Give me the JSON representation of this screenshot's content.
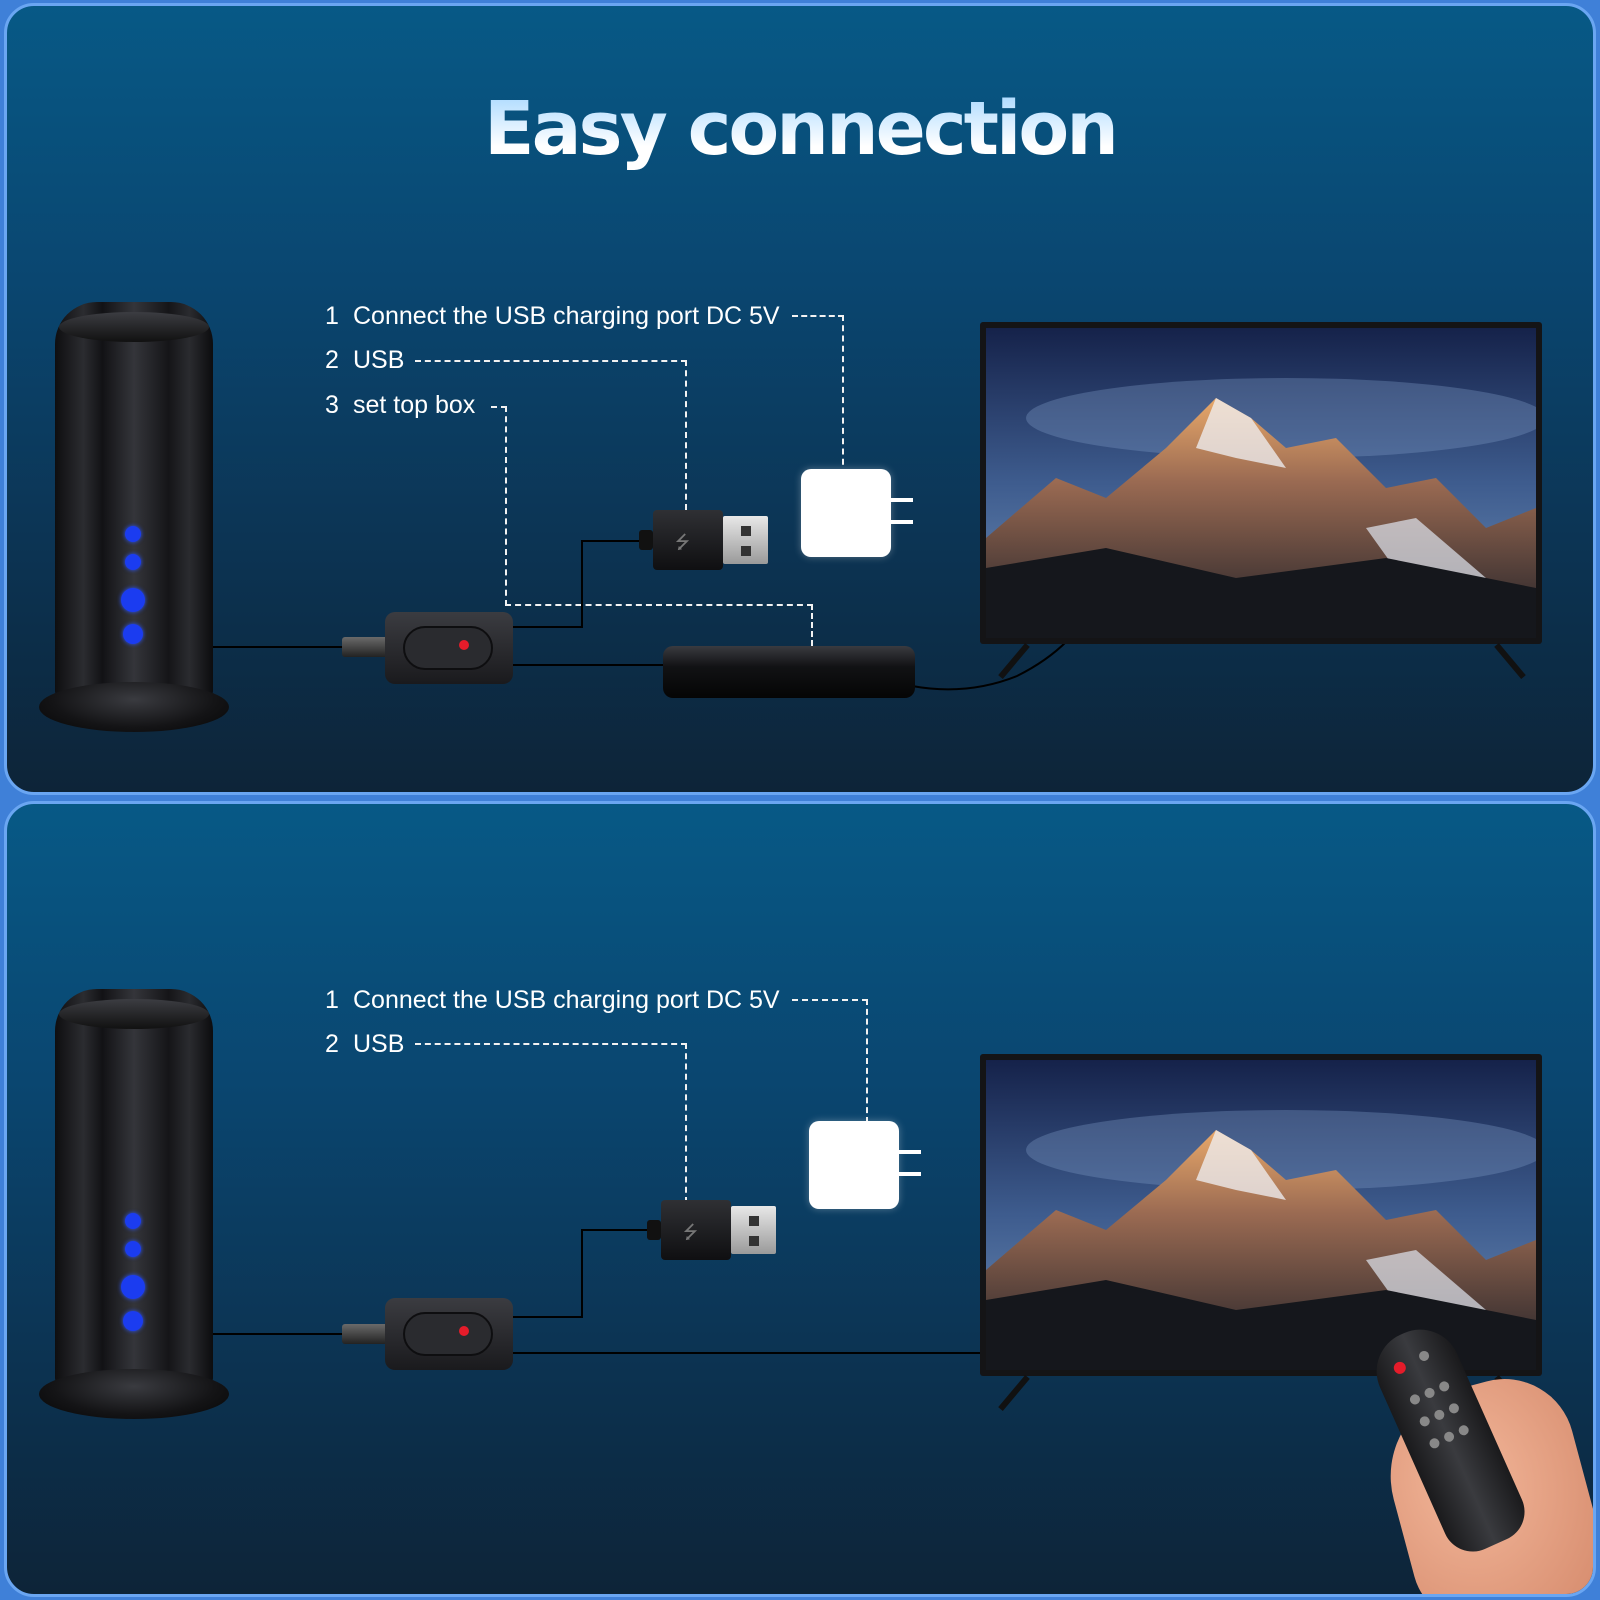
{
  "title": "Easy connection",
  "panel_top": {
    "labels": [
      {
        "num": "1",
        "text": "Connect the USB charging port DC 5V"
      },
      {
        "num": "2",
        "text": "USB"
      },
      {
        "num": "3",
        "text": "set top box"
      }
    ]
  },
  "panel_bottom": {
    "labels": [
      {
        "num": "1",
        "text": "Connect the USB charging port DC 5V"
      },
      {
        "num": "2",
        "text": "USB"
      }
    ]
  },
  "colors": {
    "accent_border": "#6aa6f2",
    "led": "#1b3cf0",
    "amp_indicator": "#e51c2a"
  },
  "icons": [
    "antenna-device",
    "amplifier-box",
    "usb-plug",
    "power-adapter",
    "set-top-box",
    "television",
    "remote-control",
    "hand"
  ]
}
